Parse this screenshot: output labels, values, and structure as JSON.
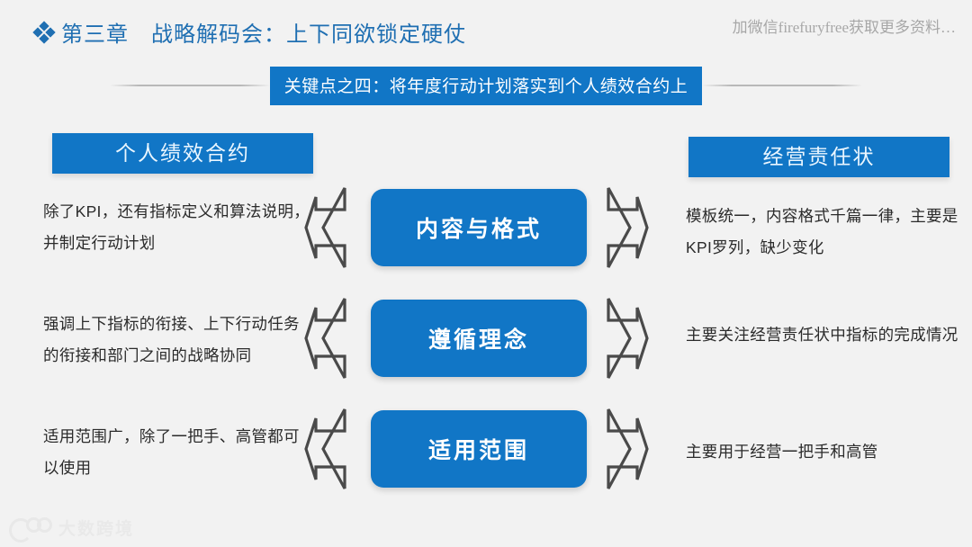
{
  "slide": {
    "background_color": "#f2f2f2",
    "accent_color": "#1176c6",
    "title_color": "#1f6fb2"
  },
  "chapter": {
    "bullet_icon": "diamond-cluster-icon",
    "title": "第三章　战略解码会：上下同欲锁定硬仗"
  },
  "watermarks": {
    "top_right": "加微信firefuryfree获取更多资料…",
    "bottom_left_logo_text": "大数跨境",
    "bottom_left_logo_icon": "dashukuajing-logo-icon"
  },
  "banner": {
    "text": "关键点之四：将年度行动计划落实到个人绩效合约上"
  },
  "columns": {
    "left_header": "个人绩效合约",
    "right_header": "经营责任状"
  },
  "rows": [
    {
      "center_label": "内容与格式",
      "left_text": "除了KPI，还有指标定义和算法说明，并制定行动计划",
      "right_text": "模板统一，内容格式千篇一律，主要是KPI罗列，缺少变化",
      "left_arrow_icon": "arrow-left-outline-icon",
      "right_arrow_icon": "arrow-right-outline-icon"
    },
    {
      "center_label": "遵循理念",
      "left_text": "强调上下指标的衔接、上下行动任务的衔接和部门之间的战略协同",
      "right_text": "主要关注经营责任状中指标的完成情况",
      "left_arrow_icon": "arrow-left-outline-icon",
      "right_arrow_icon": "arrow-right-outline-icon"
    },
    {
      "center_label": "适用范围",
      "left_text": "适用范围广，除了一把手、高管都可以使用",
      "right_text": "主要用于经营一把手和高管",
      "left_arrow_icon": "arrow-left-outline-icon",
      "right_arrow_icon": "arrow-right-outline-icon"
    }
  ]
}
